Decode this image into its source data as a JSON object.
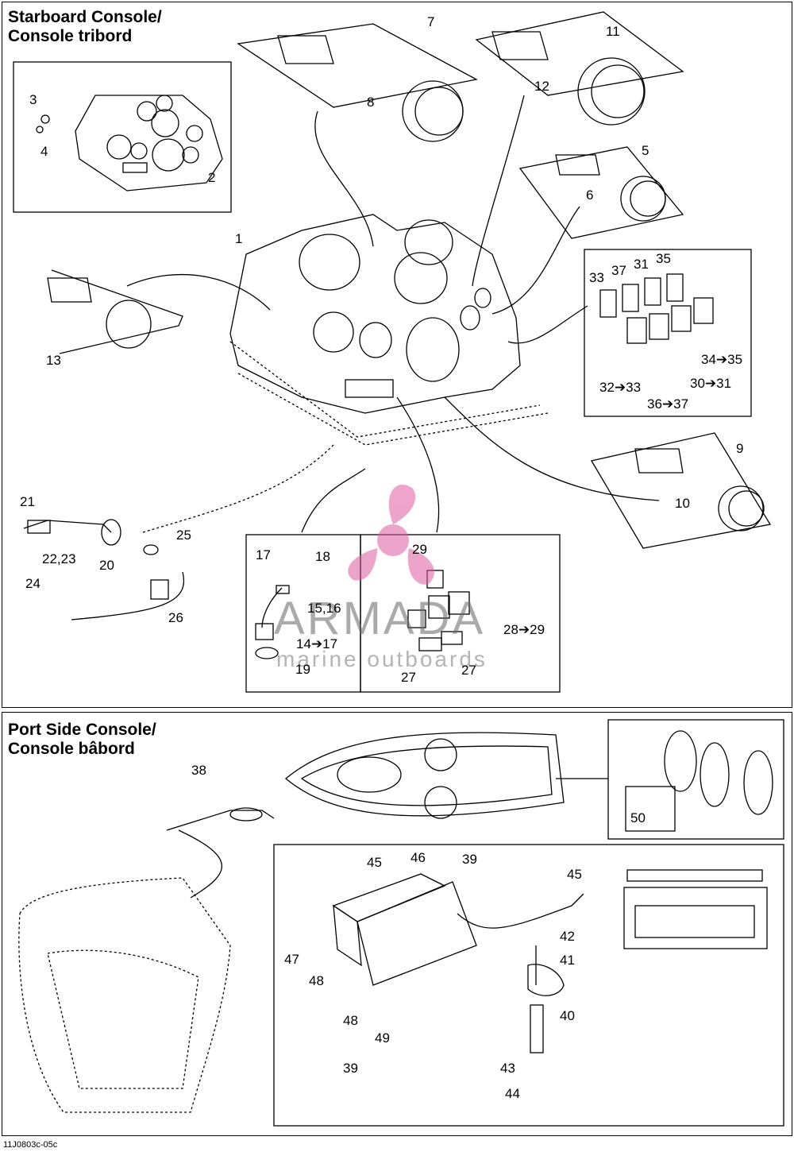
{
  "starboard": {
    "title": "Starboard Console/\nConsole tribord"
  },
  "port": {
    "title": "Port Side Console/\nConsole bâbord"
  },
  "callouts": {
    "c1": "1",
    "c2": "2",
    "c3": "3",
    "c4": "4",
    "c5": "5",
    "c6": "6",
    "c7": "7",
    "c8": "8",
    "c9": "9",
    "c10": "10",
    "c11": "11",
    "c12": "12",
    "c13": "13",
    "c14": "14➔17",
    "c15": "15,16",
    "c17": "17",
    "c18": "18",
    "c19": "19",
    "c20": "20",
    "c21": "21",
    "c22": "22,23",
    "c24": "24",
    "c25": "25",
    "c26": "26",
    "c27a": "27",
    "c27b": "27",
    "c28": "28➔29",
    "c29": "29",
    "c30": "30➔31",
    "c31": "31",
    "c32": "32➔33",
    "c33": "33",
    "c34": "34➔35",
    "c35": "35",
    "c36": "36➔37",
    "c37": "37",
    "c38": "38",
    "c39a": "39",
    "c39b": "39",
    "c40": "40",
    "c41": "41",
    "c42": "42",
    "c43": "43",
    "c44": "44",
    "c45a": "45",
    "c45b": "45",
    "c46": "46",
    "c47": "47",
    "c48a": "48",
    "c48b": "48",
    "c49": "49",
    "c50": "50"
  },
  "watermark": {
    "brand": "ARMADA",
    "sub": "marine outboards"
  },
  "footer": "11J0803c-05c",
  "colors": {
    "line": "#000000",
    "accent": "#e05aa0"
  }
}
